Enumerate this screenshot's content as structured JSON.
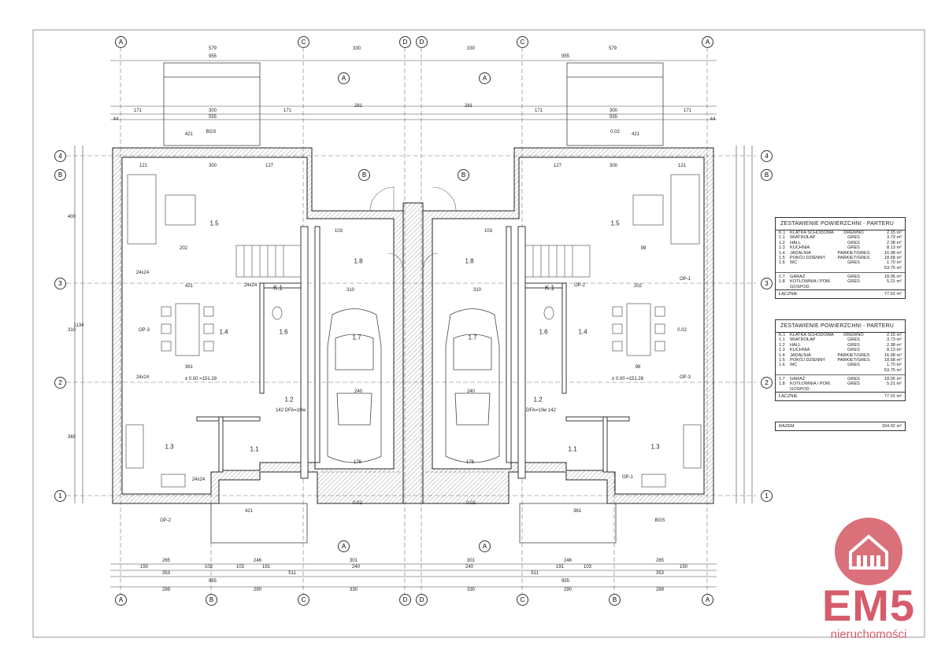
{
  "plan": {
    "axes_top": [
      "A",
      "C",
      "D",
      "D",
      "C",
      "A"
    ],
    "axes_bottom": [
      "A",
      "B",
      "C",
      "D",
      "D",
      "C",
      "B",
      "A"
    ],
    "axes_left": [
      "4",
      "3",
      "2",
      "1"
    ],
    "axes_right": [
      "4",
      "3",
      "2",
      "1"
    ],
    "section_marks": [
      "A",
      "A",
      "B",
      "B",
      "A",
      "A"
    ],
    "top_dims": [
      "579",
      "330",
      "330",
      "579",
      "955",
      "955",
      "281",
      "281",
      "171",
      "300",
      "171",
      "171",
      "300",
      "171",
      "555",
      "555",
      "44",
      "44",
      "121",
      "300",
      "127",
      "127",
      "300",
      "121"
    ],
    "bottom_dims": [
      "265",
      "246",
      "301",
      "301",
      "246",
      "265",
      "150",
      "102",
      "103",
      "191",
      "240",
      "240",
      "191",
      "103",
      "150",
      "353",
      "511",
      "511",
      "353",
      "955",
      "955",
      "289",
      "290",
      "330",
      "330",
      "290",
      "289"
    ],
    "left_dims": [
      "400",
      "310",
      "360",
      "1134"
    ],
    "room_labels": [
      "1.5",
      "1.4",
      "1.3",
      "1.1",
      "1.2",
      "1.6",
      "1.8",
      "1.7",
      "K.1",
      "1.7",
      "1.8",
      "1.6",
      "K.1",
      "1.5",
      "1.4",
      "1.3",
      "1.1",
      "1.2"
    ],
    "level_left": "± 0.00 =151.28",
    "level_right": "± 0.00 =151.28",
    "misc_labels": [
      "24x24",
      "24x24",
      "24x24",
      "24x24",
      "OP-1",
      "OP-2",
      "OP-3",
      "OP-1",
      "OP-2",
      "OP-3",
      "BGS",
      "BGS",
      "0.02",
      "0.02",
      "0.02",
      "0.02",
      "421",
      "421",
      "361",
      "421",
      "421",
      "361",
      "202",
      "202",
      "98",
      "98",
      "310",
      "310",
      "240",
      "240",
      "176",
      "176",
      "103",
      "103",
      "142 DFA=10w",
      "DFA=10w 142"
    ]
  },
  "table1": {
    "title": "ZESTAWIENIE POWIERZCHNI - PARTERU",
    "rows": [
      {
        "id": "K.1",
        "name": "KLATKA SCHODOWA",
        "floor": "DREWNO",
        "area": "2.15 m²"
      },
      {
        "id": "1.1",
        "name": "WIATROŁAP",
        "floor": "GRES",
        "area": "3.73 m²"
      },
      {
        "id": "1.2",
        "name": "HALL",
        "floor": "GRES",
        "area": "2.38 m²"
      },
      {
        "id": "1.3",
        "name": "KUCHNIA",
        "floor": "GRES",
        "area": "8.13 m²"
      },
      {
        "id": "1.4",
        "name": "JADALNIA",
        "floor": "PARKIET/GRES",
        "area": "16.98 m²"
      },
      {
        "id": "1.5",
        "name": "POKÓJ DZIENNY",
        "floor": "PARKIET/GRES",
        "area": "18.68 m²"
      },
      {
        "id": "1.6",
        "name": "WC",
        "floor": "GRES",
        "area": "1.70 m²"
      }
    ],
    "subtotal": "53.75 m²",
    "rows2": [
      {
        "id": "1.7",
        "name": "GARAŻ",
        "floor": "GRES",
        "area": "18.05 m²"
      },
      {
        "id": "1.8",
        "name": "KOTŁOWNIA / POM. GOSPOD.",
        "floor": "GRES",
        "area": "5.21 m²"
      }
    ],
    "total_label": "ŁĄCZNIE",
    "total_value": "77.01 m²"
  },
  "table2": {
    "title": "ZESTAWIENIE POWIERZCHNI - PARTERU",
    "rows": [
      {
        "id": "K.1",
        "name": "KLATKA SCHODOWA",
        "floor": "DREWNO",
        "area": "2.15 m²"
      },
      {
        "id": "1.1",
        "name": "WIATROŁAP",
        "floor": "GRES",
        "area": "3.73 m²"
      },
      {
        "id": "1.2",
        "name": "HALL",
        "floor": "GRES",
        "area": "2.38 m²"
      },
      {
        "id": "1.3",
        "name": "KUCHNIA",
        "floor": "GRES",
        "area": "8.13 m²"
      },
      {
        "id": "1.4",
        "name": "JADALNIA",
        "floor": "PARKIET/GRES",
        "area": "16.98 m²"
      },
      {
        "id": "1.5",
        "name": "POKÓJ DZIENNY",
        "floor": "PARKIET/GRES",
        "area": "18.68 m²"
      },
      {
        "id": "1.6",
        "name": "WC",
        "floor": "GRES",
        "area": "1.70 m²"
      }
    ],
    "subtotal": "53.75 m²",
    "rows2": [
      {
        "id": "1.7",
        "name": "GARAŻ",
        "floor": "GRES",
        "area": "18.05 m²"
      },
      {
        "id": "1.8",
        "name": "KOTŁOWNIA / POM. GOSPOD.",
        "floor": "GRES",
        "area": "5.21 m²"
      }
    ],
    "total_label": "ŁĄCZNIE",
    "total_value": "77.01 m²"
  },
  "summary": {
    "label": "RAZEM",
    "value": "154.02 m²"
  },
  "logo": {
    "brand": "EM5",
    "subtitle": "nieruchomości",
    "color": "#d65c6b"
  }
}
